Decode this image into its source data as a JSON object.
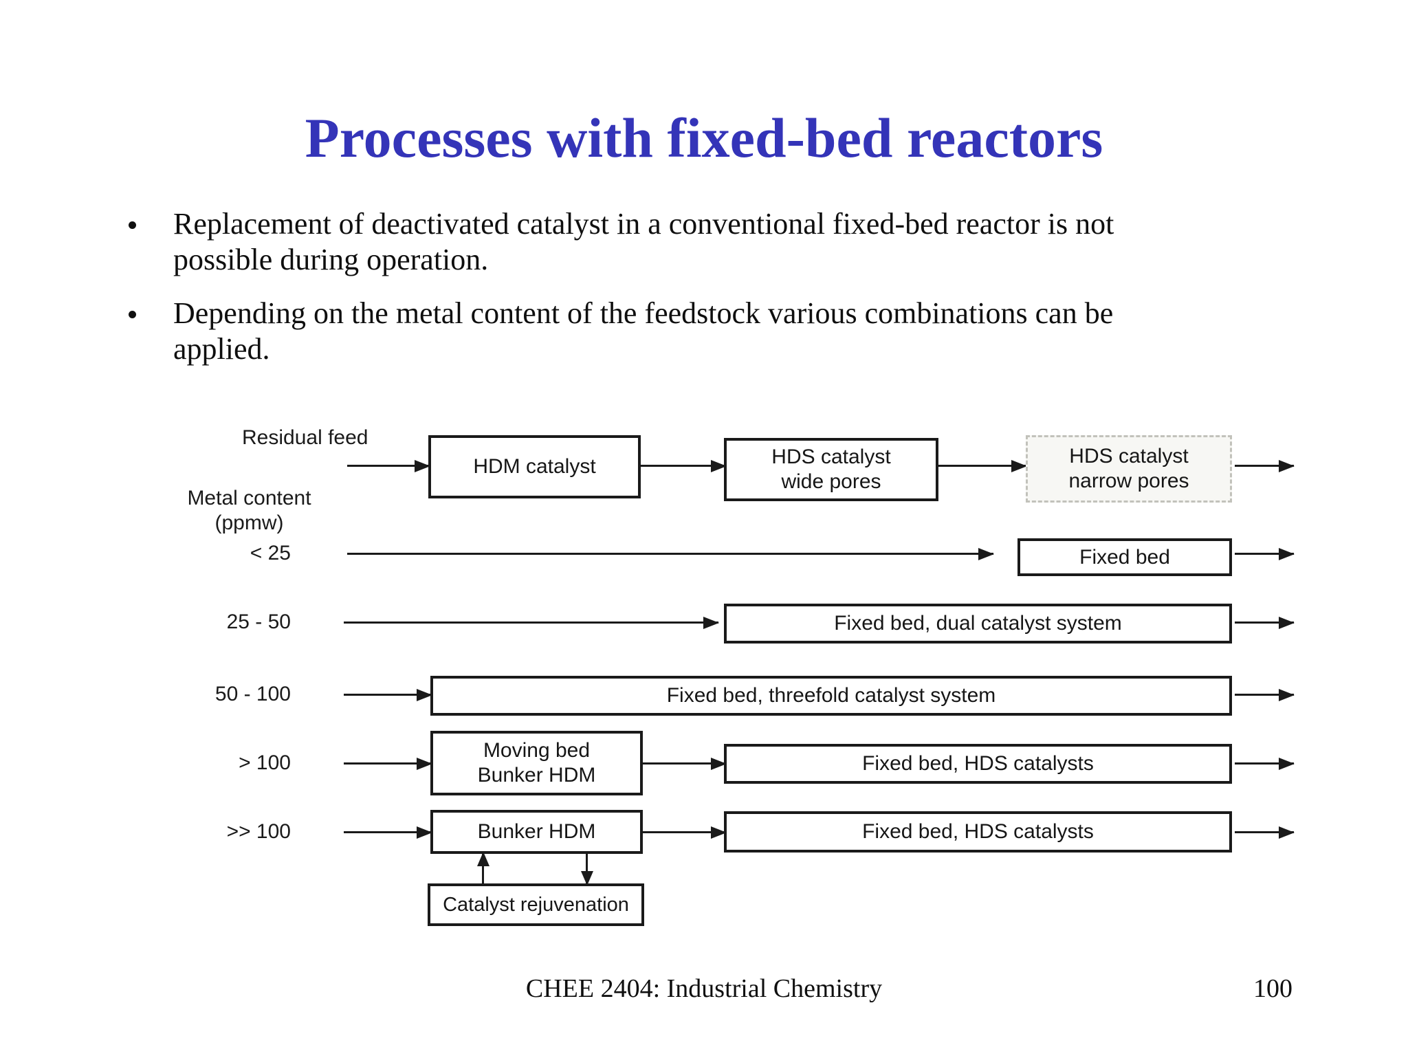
{
  "slide": {
    "title": "Processes with fixed-bed reactors",
    "footer": {
      "course": "CHEE 2404: Industrial Chemistry",
      "page": "100"
    }
  },
  "bullets": [
    {
      "lines": [
        "Replacement of deactivated catalyst in a conventional fixed-bed reactor is not",
        "possible during operation."
      ]
    },
    {
      "lines": [
        "Depending on the metal content of the feedstock various combinations can be",
        "applied."
      ]
    }
  ],
  "diagram": {
    "feed_label": "Residual feed",
    "axis_label_line1": "Metal content",
    "axis_label_line2": "(ppmw)",
    "top_flow": {
      "box1": "HDM catalyst",
      "box2_line1": "HDS catalyst",
      "box2_line2": "wide pores",
      "box3_line1": "HDS catalyst",
      "box3_line2": "narrow pores"
    },
    "rows": [
      {
        "label": "< 25",
        "box": "Fixed bed"
      },
      {
        "label": "25 - 50",
        "box": "Fixed bed, dual catalyst system"
      },
      {
        "label": "50 - 100",
        "box": "Fixed bed, threefold catalyst system"
      },
      {
        "label": "> 100",
        "box1_line1": "Moving bed",
        "box1_line2": "Bunker HDM",
        "box2": "Fixed bed, HDS catalysts"
      },
      {
        "label": ">> 100",
        "box1": "Bunker HDM",
        "box2": "Fixed bed, HDS catalysts"
      }
    ],
    "rejuvenation_box": "Catalyst rejuvenation"
  }
}
